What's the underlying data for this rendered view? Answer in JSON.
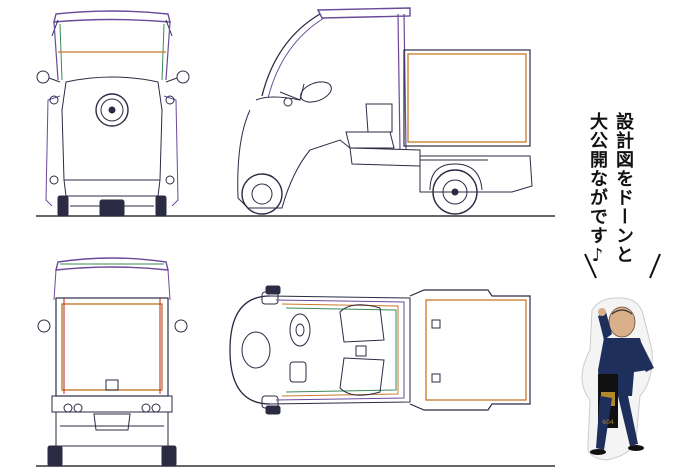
{
  "caption": {
    "line1": "設計図をドーンと",
    "line2": "大公開ながです♪"
  },
  "figure": {
    "views": [
      "front-view",
      "side-view",
      "rear-view",
      "top-view"
    ],
    "apron_text": "604"
  },
  "colors": {
    "outline": "#2b2b44",
    "purple": "#6a4a9a",
    "orange": "#c8782a",
    "green": "#3a8a5a",
    "red": "#b22",
    "navy": "#1f2f5c",
    "ground": "#333333"
  }
}
